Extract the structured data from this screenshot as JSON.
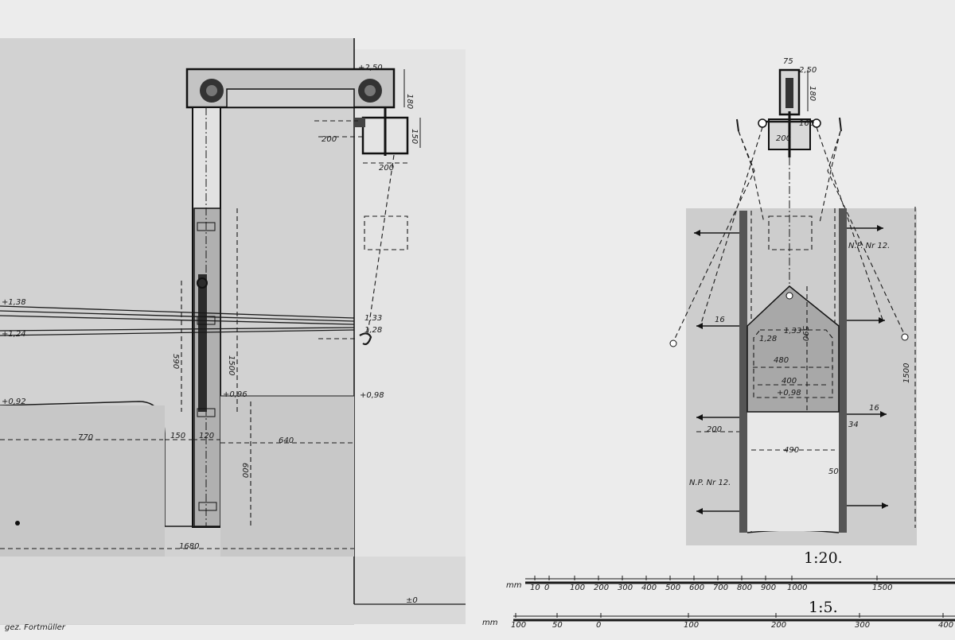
{
  "drawing": {
    "colors": {
      "paper": "#ebebeb",
      "sheet_grey": "#cfcfcf",
      "gate_fill": "#a9a9a9",
      "ink": "#1a1a1a"
    },
    "left_view": {
      "level_top": "+2,50",
      "frame_height": "180",
      "bracket_width_a": "200",
      "bracket_width_b": "200",
      "bracket_height": "150",
      "water_left_1": "+1,38",
      "water_left_2": "+1,24",
      "water_right_1": "1,33",
      "water_right_2": "1,28",
      "dim_590": "590",
      "dim_1500": "1500",
      "level_sill_left": "+0,92",
      "level_sill_mid": "+0,96",
      "level_sill_right": "+0,98",
      "dim_770": "770",
      "dim_150": "150",
      "dim_120": "120",
      "dim_640": "640",
      "dim_600": "600",
      "dim_1680": "1680",
      "level_zero": "±0",
      "signature": "gez. Fortmüller"
    },
    "right_view": {
      "dim_75": "75",
      "level_top": "2,50",
      "dim_180": "180",
      "dim_160": "160",
      "dim_200_top": "200",
      "profile_top": "N.P. Nr 12.",
      "dim_16_a": "16",
      "dim_16_b": "16",
      "gate_level_1": "1,33",
      "gate_level_2": "1,28",
      "gate_width": "480",
      "gate_height": "590",
      "opening_width": "400",
      "gate_sill": "+0,98",
      "dim_200_left": "200",
      "dim_34": "34",
      "dim_490": "490",
      "dim_50": "50",
      "profile_bottom": "N.P. Nr 12.",
      "dim_1500": "1500"
    },
    "scales": {
      "scale_1_label": "1:20.",
      "scale_1_unit": "mm",
      "scale_1_ticks": [
        "10",
        "0",
        "100",
        "200",
        "300",
        "400",
        "500",
        "600",
        "700",
        "800",
        "900",
        "1000",
        "1500"
      ],
      "scale_2_label": "1:5.",
      "scale_2_unit": "mm",
      "scale_2_ticks": [
        "100",
        "50",
        "0",
        "100",
        "200",
        "300",
        "400"
      ]
    }
  }
}
